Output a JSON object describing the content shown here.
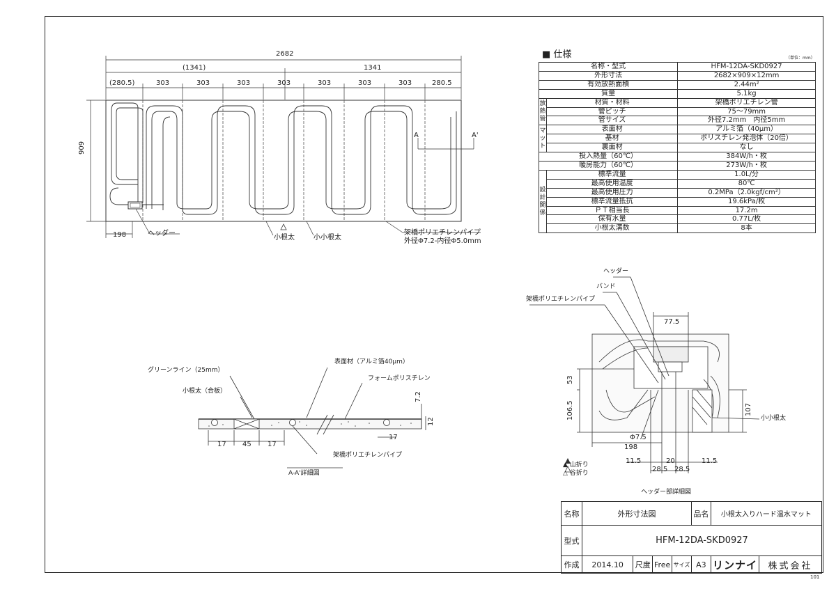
{
  "plan": {
    "total_width": "2682",
    "half_left": "(1341)",
    "half_right": "1341",
    "segments": [
      "(280.5)",
      "303",
      "303",
      "303",
      "303",
      "303",
      "303",
      "303",
      "280.5"
    ],
    "height": "909",
    "offset": "198",
    "label_header": "ヘッダー",
    "label_rafter": "小根太",
    "label_small_rafter": "小小根太",
    "label_pipe_1": "架橋ポリエチレンパイプ",
    "label_pipe_2": "外径Φ7.2-内径Φ5.0mm",
    "section_a": "A",
    "section_a2": "A'"
  },
  "spec": {
    "title": "■ 仕様",
    "unit": "（単位：mm）",
    "rows": [
      {
        "key": "名称・型式",
        "value": "HFM-12DA-SKD0927"
      },
      {
        "key": "外形寸法",
        "value": "2682×909×12mm"
      },
      {
        "key": "有効放熱面積",
        "value": "2.44m²"
      },
      {
        "key": "質量",
        "value": "5.1kg"
      }
    ],
    "group1_label": "放熱管",
    "group1": [
      {
        "key": "材質・材料",
        "value": "架橋ポリエチレン管"
      },
      {
        "key": "管ピッチ",
        "value": "75～79mm"
      },
      {
        "key": "管サイズ",
        "value": "外径7.2mm　内径5mm"
      }
    ],
    "group2_label": "マット",
    "group2": [
      {
        "key": "表面材",
        "value": "アルミ箔（40μm）"
      },
      {
        "key": "基材",
        "value": "ポリスチレン発泡体（20倍）"
      },
      {
        "key": "裏面材",
        "value": "なし"
      }
    ],
    "rows2": [
      {
        "key": "投入熱量（60℃）",
        "value": "384W/h・枚"
      },
      {
        "key": "暖房能力（60℃）",
        "value": "273W/h・枚"
      }
    ],
    "group3_label": "設計関係",
    "group3": [
      {
        "key": "標準流量",
        "value": "1.0L/分"
      },
      {
        "key": "最高使用温度",
        "value": "80℃"
      },
      {
        "key": "最高使用圧力",
        "value": "0.2MPa（2.0kgf/cm²）"
      },
      {
        "key": "標準流量抵抗",
        "value": "19.6kPa/枚"
      },
      {
        "key": "ＰＴ相当長",
        "value": "17.2m"
      },
      {
        "key": "保有水量",
        "value": "0.77L/枚"
      },
      {
        "key": "小根太溝数",
        "value": "8本"
      }
    ]
  },
  "section": {
    "label_green": "グリーンライン（25mm）",
    "label_rafter": "小根太（合板）",
    "label_surface": "表面材（アルミ箔40μm）",
    "label_foam": "フォームポリスチレン",
    "label_pipe": "架橋ポリエチレンパイプ",
    "dim_17a": "17",
    "dim_45": "45",
    "dim_17b": "17",
    "dim_17c": "17",
    "dim_72": "7.2",
    "dim_12": "12",
    "caption": "A-A'詳細図"
  },
  "header_detail": {
    "label_header": "ヘッダー",
    "label_band": "バンド",
    "label_pipe": "架橋ポリエチレンパイプ",
    "dim_775": "77.5",
    "dim_53": "53",
    "dim_1065": "106.5",
    "dim_107": "107",
    "dim_phi75": "Φ7.5",
    "dim_198": "198",
    "dim_115a": "11.5",
    "dim_20": "20",
    "dim_115b": "11.5",
    "dim_285a": "28.5",
    "dim_285b": "28.5",
    "label_small_rafter": "小小根太",
    "caption": "ヘッダー部詳細図"
  },
  "legend": {
    "mountain": "▲ 山折り",
    "valley": "△ 谷折り"
  },
  "titleblock": {
    "name_label": "名称",
    "name_value": "外形寸法図",
    "product_label": "品名",
    "product_value": "小根太入りハード温水マット",
    "model_label": "型式",
    "model_value": "HFM-12DA-SKD0927",
    "made_label": "作成",
    "made_value": "2014.10",
    "scale_label": "尺度",
    "scale_value": "Free",
    "size_label": "サイズ",
    "size_value": "A3",
    "company_logo": "リンナイ",
    "company_suffix": "株式会社"
  },
  "page_no": "101"
}
